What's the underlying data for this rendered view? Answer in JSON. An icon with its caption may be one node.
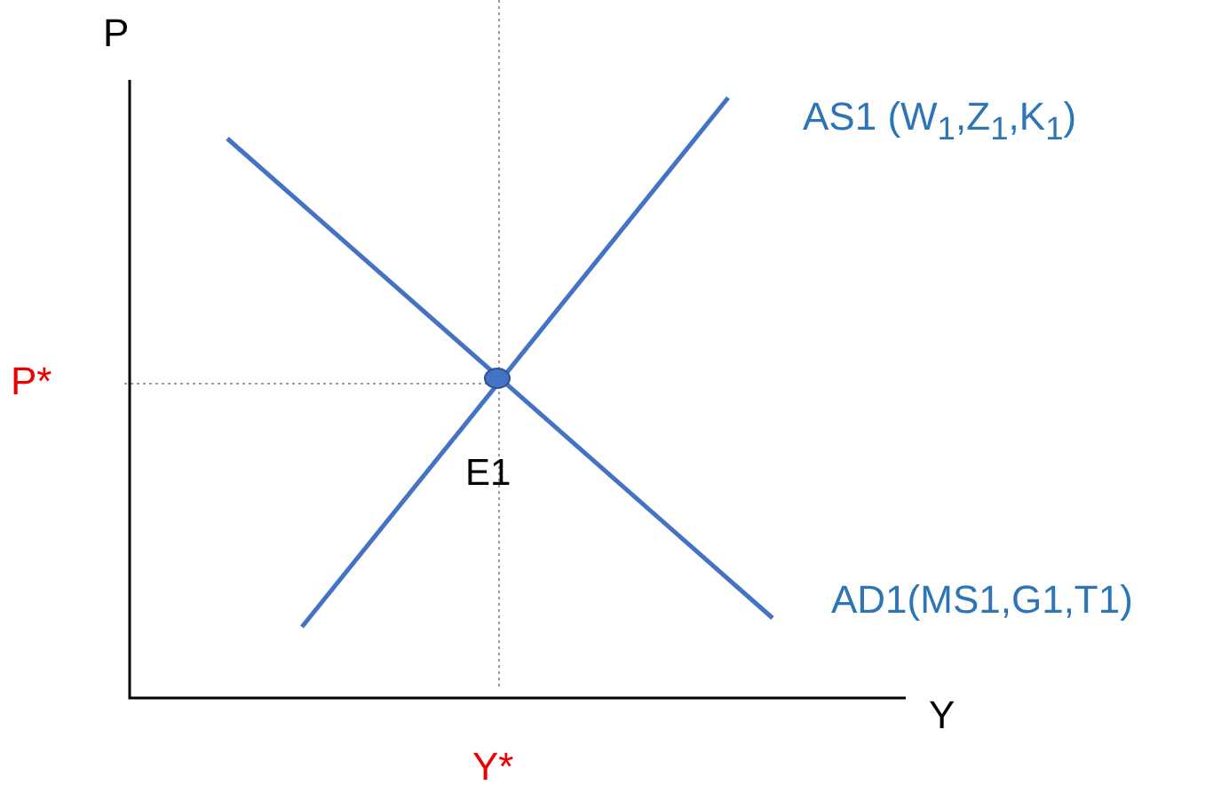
{
  "diagram": {
    "labels": [
      "P",
      "AS1 (W$_{1}$,Z$_{1}$,K$_{1}$)",
      "P*",
      "E1",
      "AD1(MS1,G1,T1)",
      "Y",
      "Y*"
    ]
  }
}
